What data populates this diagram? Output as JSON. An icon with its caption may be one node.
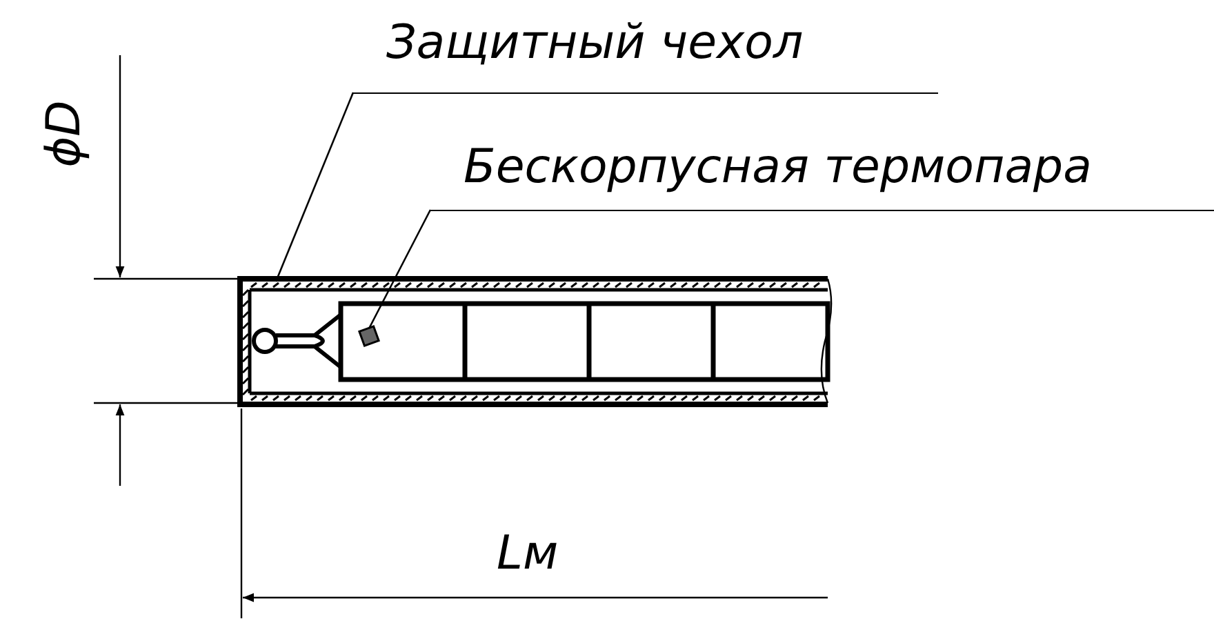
{
  "diagram": {
    "nodes": [
      {
        "text": [
          "Защитный чехол"
        ]
      },
      {
        "text": [],
        "shape": "box"
      },
      {
        "text": [
          "Бескорпусная термопара"
        ]
      },
      {
        "text": [],
        "shape": "box",
        "in": 1
      }
    ],
    "edges": [
      {
        "from": 0,
        "to": 1,
        "arrow": "none"
      },
      {
        "from": 2,
        "to": 3,
        "arrow": "none"
      }
    ],
    "labels": [
      "ϕD",
      "Lм"
    ]
  }
}
